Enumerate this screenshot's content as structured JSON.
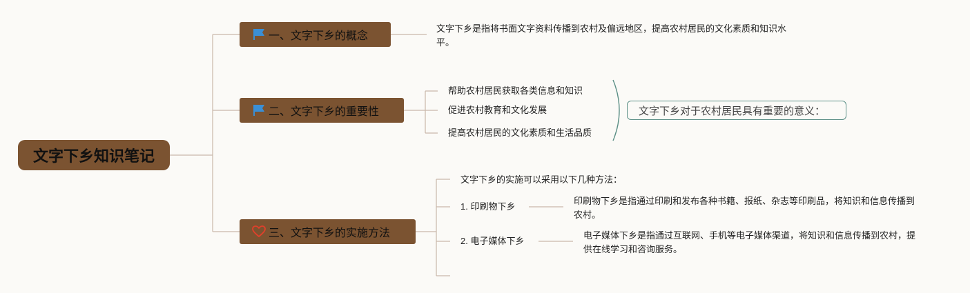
{
  "root": {
    "title": "文字下乡知识笔记"
  },
  "branches": [
    {
      "label": "一、文字下乡的概念",
      "icon": "flag-icon",
      "detail": "文字下乡是指将书面文字资料传播到农村及偏远地区，提高农村居民的文化素质和知识水平。"
    },
    {
      "label": "二、文字下乡的重要性",
      "icon": "flag-icon",
      "items": [
        "帮助农村居民获取各类信息和知识",
        "促进农村教育和文化发展",
        "提高农村居民的文化素质和生活品质"
      ],
      "summary": "文字下乡对于农村居民具有重要的意义："
    },
    {
      "label": "三、文字下乡的实施方法",
      "icon": "heart-icon",
      "intro": "文字下乡的实施可以采用以下几种方法：",
      "methods": [
        {
          "label": "1. 印刷物下乡",
          "detail": "印刷物下乡是指通过印刷和发布各种书籍、报纸、杂志等印刷品，将知识和信息传播到农村。"
        },
        {
          "label": "2. 电子媒体下乡",
          "detail": "电子媒体下乡是指通过互联网、手机等电子媒体渠道，将知识和信息传播到农村，提供在线学习和咨询服务。"
        }
      ]
    }
  ],
  "colors": {
    "node": "#7b5331",
    "line": "#c9b8aa",
    "flag": "#3a8fd6",
    "heart": "#e0402b",
    "summary_border": "#5b8f86"
  }
}
